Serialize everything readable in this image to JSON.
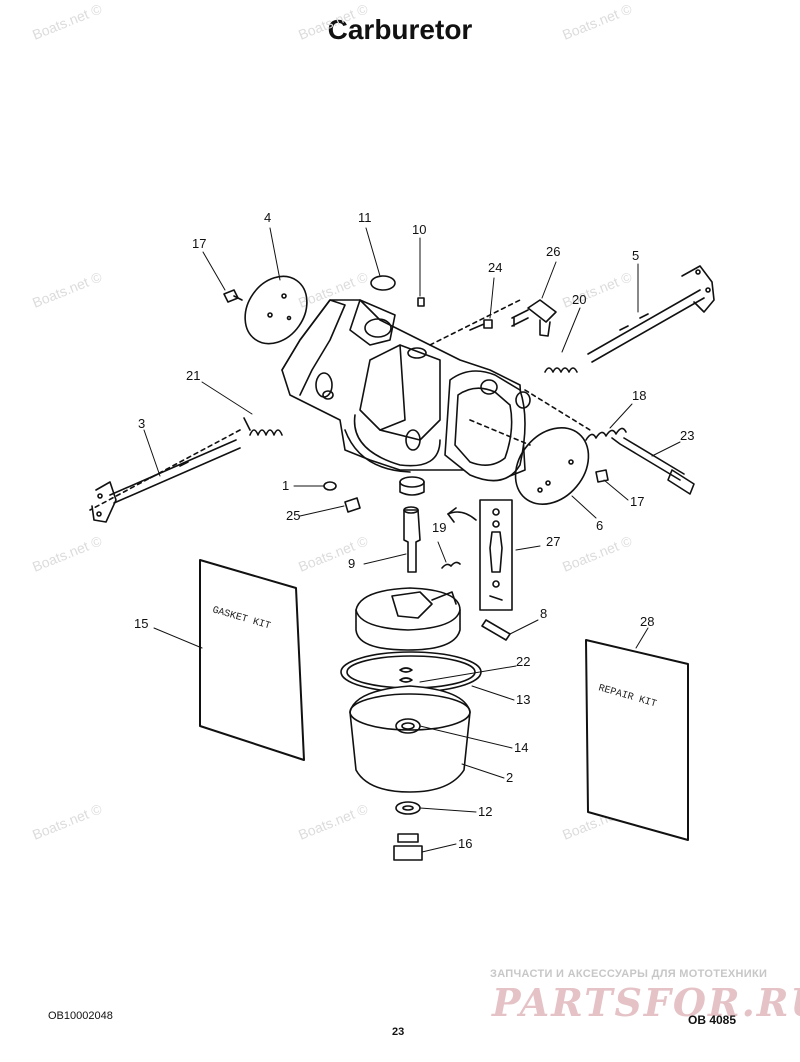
{
  "title": "Carburetor",
  "footer": {
    "left_code": "OB10002048",
    "page_number": "23",
    "right_code": "OB 4085"
  },
  "watermark": "Boats.net ©",
  "promo": {
    "tagline": "ЗАПЧАСТИ И АКСЕССУАРЫ ДЛЯ МОТОТЕХНИКИ",
    "logo": "PARTSFOR.RU"
  },
  "kits": {
    "gasket": "GASKET KIT",
    "repair": "REPAIR KIT"
  },
  "callouts": [
    "1",
    "2",
    "3",
    "4",
    "5",
    "6",
    "8",
    "9",
    "10",
    "11",
    "12",
    "13",
    "14",
    "15",
    "16",
    "17",
    "17",
    "18",
    "19",
    "20",
    "21",
    "22",
    "23",
    "24",
    "25",
    "26",
    "27",
    "28"
  ]
}
